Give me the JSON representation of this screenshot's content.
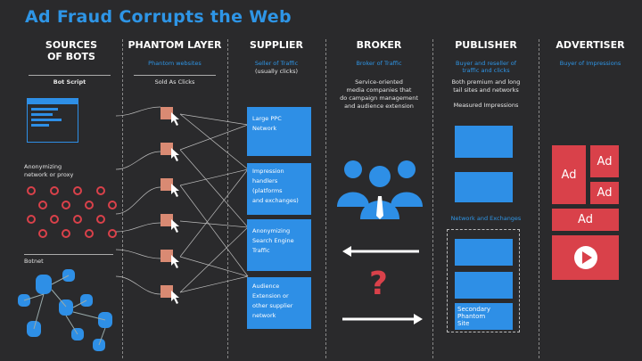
{
  "title": "Ad Fraud Corrupts the Web",
  "columns": {
    "sources": {
      "heading_line1": "SOURCES",
      "heading_line2": "OF BOTS"
    },
    "phantom": {
      "heading": "PHANTOM LAYER",
      "sub": "Phantom websites",
      "note": "Sold As Clicks"
    },
    "supplier": {
      "heading": "SUPPLIER",
      "sub": "Seller of Traffic",
      "sub2": "(usually clicks)"
    },
    "broker": {
      "heading": "BROKER",
      "sub": "Broker of Traffic",
      "desc": [
        "Service-oriented",
        "media companies that",
        "do campaign management",
        "and audience extension"
      ]
    },
    "publisher": {
      "heading": "PUBLISHER",
      "sub": [
        "Buyer and reseller of",
        "traffic and clicks"
      ],
      "desc": [
        "Both premium and long",
        "tail sites and networks"
      ],
      "measured": "Measured Impressions",
      "network_label": "Network and Exchanges",
      "secondary": [
        "Secondary",
        "Phantom",
        "Site"
      ]
    },
    "advertiser": {
      "heading": "ADVERTISER",
      "sub": "Buyer of Impressions",
      "ad_labels": [
        "Ad",
        "Ad",
        "Ad",
        "Ad"
      ]
    }
  },
  "sources_labels": {
    "bot_script": "Bot Script",
    "anonymizing": [
      "Anonymizing",
      "network or proxy"
    ],
    "botnet": "Botnet"
  },
  "supplier_boxes": [
    [
      "Large PPC",
      "Network"
    ],
    [
      "Impression",
      "handlers",
      "(platforms",
      "and exchanges)"
    ],
    [
      "Anonymizing",
      "Search Engine",
      "Traffic"
    ],
    [
      "Audience",
      "Extension or",
      "other supplier",
      "network"
    ]
  ],
  "question_mark": "?",
  "colors": {
    "accent": "#2e95e6",
    "box": "#2e8fe6",
    "phantom": "#d98a73",
    "red": "#d9414a",
    "background": "#2a2a2c"
  }
}
